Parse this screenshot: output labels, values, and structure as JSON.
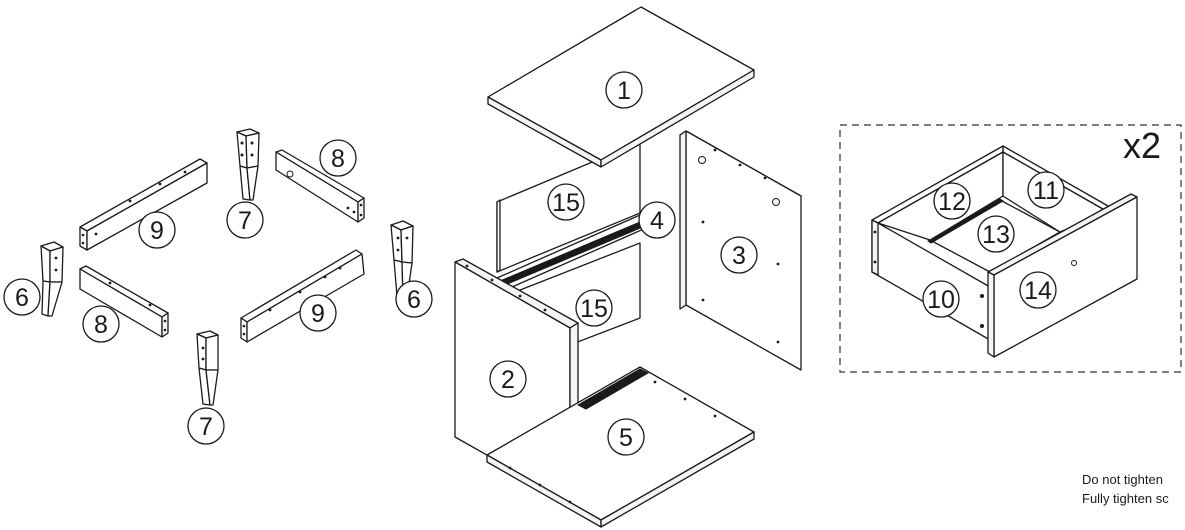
{
  "labels": {
    "top_panel": "1",
    "left_side_panel": "2",
    "right_side_panel": "3",
    "middle_shelf": "4",
    "bottom_panel": "5",
    "leg_left": "6",
    "leg_right": "6",
    "leg_back": "7",
    "leg_front": "7",
    "rail_upper": "8",
    "rail_lower": "8",
    "long_rail_upper": "9",
    "long_rail_lower": "9",
    "drawer_front_side": "10",
    "drawer_back": "11",
    "drawer_side": "12",
    "drawer_bottom": "13",
    "drawer_front": "14",
    "back_panel_upper": "15",
    "back_panel_lower": "15"
  },
  "drawer_quantity": "x2",
  "notes": {
    "line1": "Do not tighten",
    "line2": "Fully tighten sc"
  }
}
